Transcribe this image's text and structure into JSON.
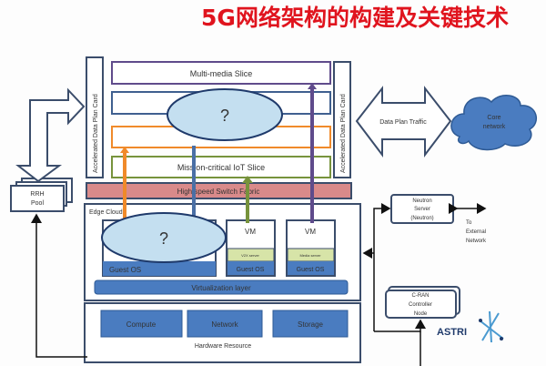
{
  "title": "5G网络架构的构建及关键技术",
  "left_card": "Accelerated Data Plan Card",
  "right_card": "Accelerated Data Plan Card",
  "slices": {
    "multimedia": "Multi-media Slice",
    "iot": "Mission-critical IoT Slice"
  },
  "unknown_mark": "?",
  "switch_fabric": "High speed Switch Fabric",
  "edge_cloud": "Edge Cloud",
  "vms": [
    {
      "label": "VM",
      "app": "V2X server",
      "os": "Guest OS"
    },
    {
      "label": "VM",
      "app": "Media server",
      "os": "Guest OS"
    }
  ],
  "hidden_guest_os": "Guest OS",
  "virtualization_layer": "Virtualization layer",
  "hardware": {
    "compute": "Compute",
    "network": "Network",
    "storage": "Storage",
    "label": "Hardware Resource"
  },
  "rrh_pool": [
    "RRH",
    "Pool"
  ],
  "data_plan_traffic": "Data Plan Traffic",
  "core_network": [
    "Core",
    "network"
  ],
  "neutron": [
    "Neutron",
    "Server",
    "(Neutron)"
  ],
  "external": [
    "To",
    "External",
    "Network"
  ],
  "cran": [
    "C-RAN",
    "Controller",
    "Node"
  ],
  "logo": "ASTRI",
  "colors": {
    "title": "#e0141e",
    "blue": "#4a7cc0",
    "pink": "#d98a8a",
    "orange": "#f08a2a",
    "green": "#77933c",
    "purple": "#5f4b8b",
    "ellipse": "#c4dff0"
  }
}
